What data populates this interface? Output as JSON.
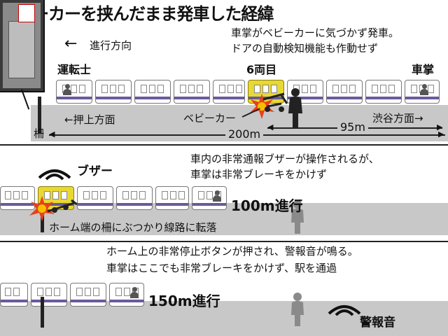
{
  "title": "ベビーカーを挟んだまま発車した経緯",
  "panel1": {
    "direction": "進行方向",
    "note_line1": "車掌がベビーカーに気づかず発車。",
    "note_line2": "ドアの自動検知機能も作動せず",
    "driver_label": "運転士",
    "car6_label": "6両目",
    "conductor_label": "車掌",
    "oshiage": "←押上方面",
    "stroller_label": "ベビーカー",
    "shibuya": "渋谷方面→",
    "fence_label": "柵",
    "dist_200": "200m",
    "dist_95": "95m"
  },
  "panel2": {
    "buzzer_label": "ブザー",
    "note_line1": "車内の非常通報ブザーが操作されるが、",
    "note_line2": "車掌は非常ブレーキをかけず",
    "progress": "100m進行",
    "fall_note": "ホーム端の柵にぶつかり線路に転落"
  },
  "panel3": {
    "note_line1": "ホーム上の非常停止ボタンが押され、警報音が鳴る。",
    "note_line2": "車掌はここでも非常ブレーキをかけず、駅を通過",
    "progress": "150m進行",
    "alarm_label": "警報音"
  },
  "colors": {
    "car_stripe": "#6a5a9a",
    "highlight_car": "#e8d832",
    "impact": "#e8401a",
    "floor": "#c8c8c8"
  }
}
